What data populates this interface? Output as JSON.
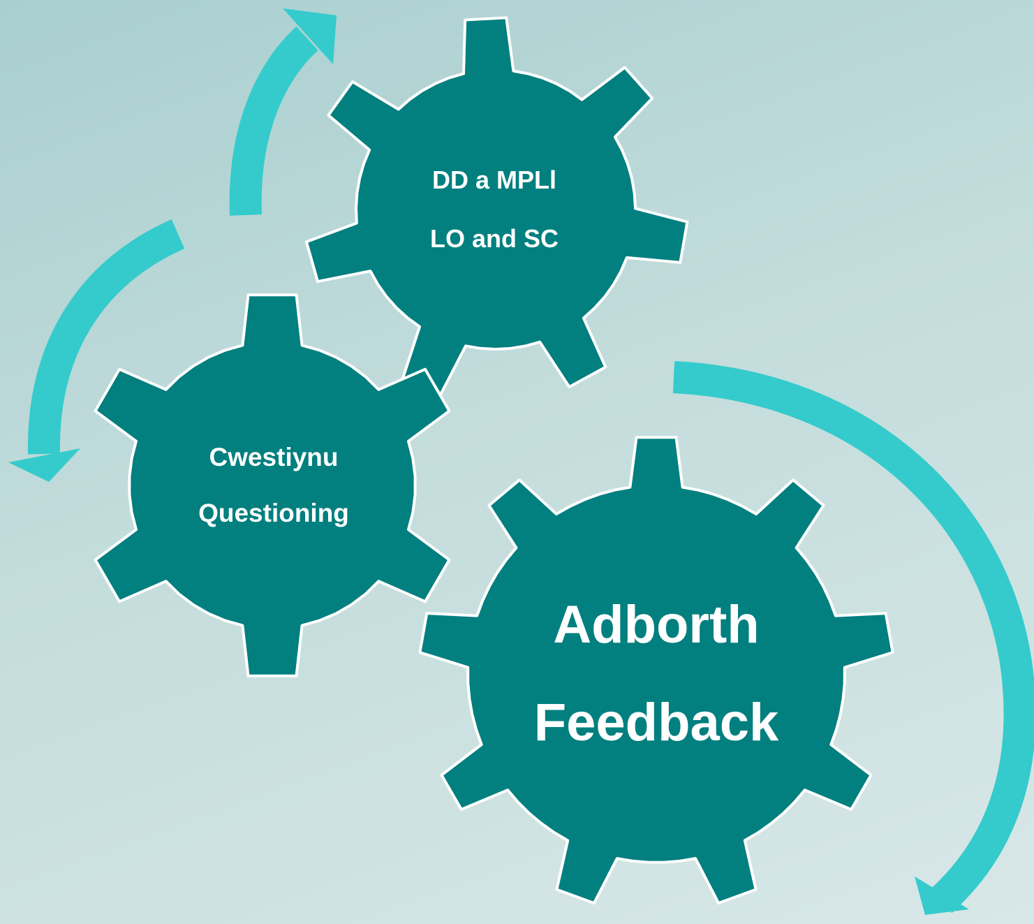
{
  "gears": {
    "top": {
      "line1": "DD a MPLl",
      "line2": "LO and SC"
    },
    "left": {
      "line1": "Cwestiynu",
      "line2": "Questioning"
    },
    "big": {
      "line1": "Adborth",
      "line2": "Feedback"
    }
  },
  "colors": {
    "gear_fill": "#027f7f",
    "gear_stroke": "#ffffff",
    "arrow": "#35cbcc",
    "background_top": "#a9cfcf",
    "background_bottom": "#d8e7e7"
  }
}
